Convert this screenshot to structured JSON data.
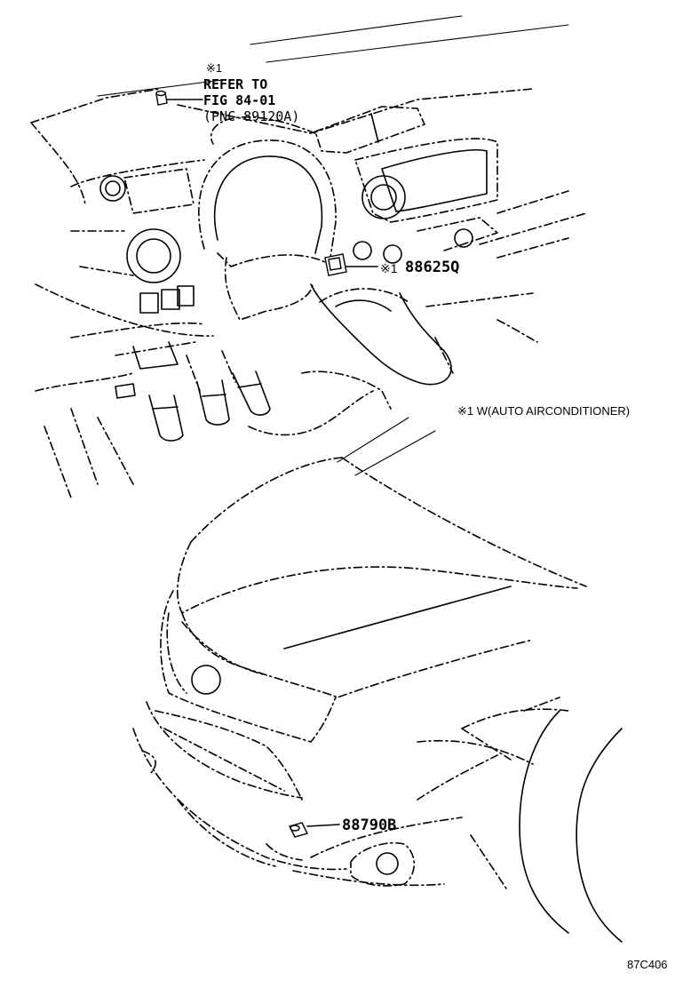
{
  "refer_callout": {
    "mark": "※1",
    "line1": "REFER TO",
    "line2": "FIG 84-01",
    "line3": "(PNC 89120A)"
  },
  "parts": [
    {
      "mark": "※1",
      "number": "88625Q"
    },
    {
      "mark": "",
      "number": "88790B"
    }
  ],
  "footnote": "※1 W(AUTO AIRCONDITIONER)",
  "figure_code": "87C406"
}
